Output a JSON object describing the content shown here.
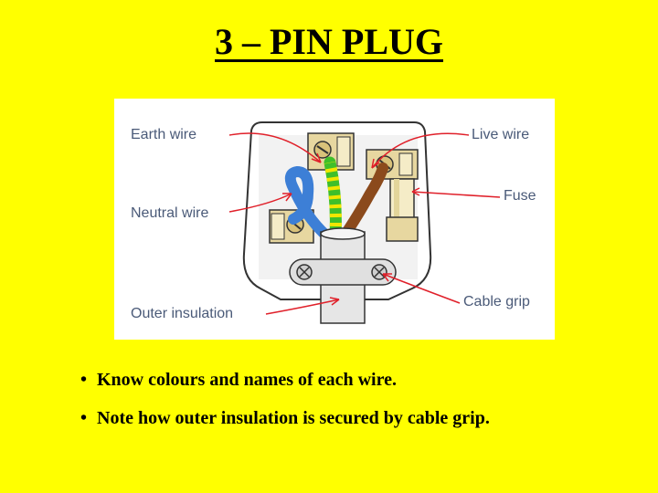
{
  "slide": {
    "title": "3 – PIN PLUG"
  },
  "diagram": {
    "labels": {
      "earth": "Earth wire",
      "neutral": "Neutral wire",
      "outer": "Outer insulation",
      "live": "Live wire",
      "fuse": "Fuse",
      "grip": "Cable grip"
    },
    "colors": {
      "earth_green": "#3fbf2a",
      "earth_yellow": "#f2e600",
      "neutral_blue": "#3d7fd6",
      "live_brown": "#8b4a1c",
      "arrow_red": "#e0202a",
      "brass": "#e7d7a0"
    }
  },
  "bullets": [
    {
      "marker": "•",
      "text": "Know colours and names of each wire."
    },
    {
      "marker": "•",
      "text": "Note how outer insulation is secured by cable grip."
    }
  ]
}
